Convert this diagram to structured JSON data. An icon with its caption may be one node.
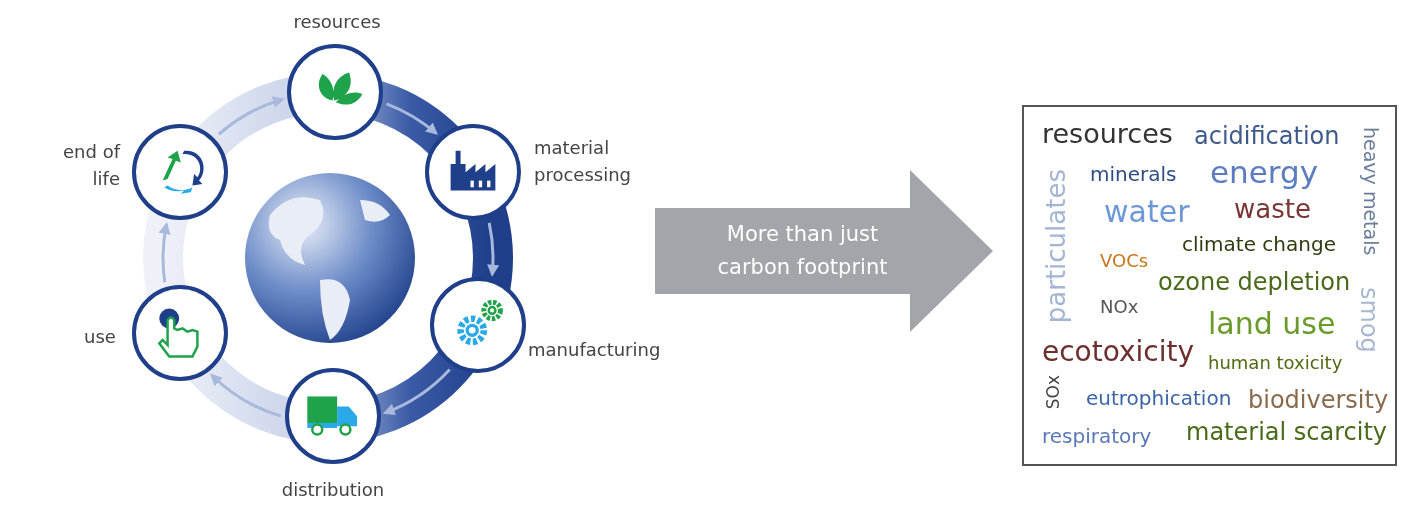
{
  "diagram": {
    "nodes": [
      {
        "text": [
          "resources"
        ]
      },
      {
        "text": [
          "material processing"
        ]
      },
      {
        "text": [
          "manufacturing"
        ]
      },
      {
        "text": [
          "distribution"
        ]
      },
      {
        "text": [
          "use"
        ]
      },
      {
        "text": [
          "end of life"
        ]
      },
      {
        "text": [
          "More than just carbon footprint"
        ]
      },
      {
        "text": [
          "resources",
          "acidification",
          "heavy metals",
          "minerals",
          "energy",
          "particulates",
          "water",
          "waste",
          "climate change",
          "VOCs",
          "ozone depletion",
          "NOx",
          "land use",
          "smog",
          "ecotoxicity",
          "human toxicity",
          "SOx",
          "eutrophication",
          "biodiversity",
          "respiratory",
          "material scarcity"
        ]
      }
    ],
    "edges": [
      {
        "from": 0,
        "to": 1,
        "arrow": "to"
      },
      {
        "from": 1,
        "to": 2,
        "arrow": "to"
      },
      {
        "from": 2,
        "to": 3,
        "arrow": "to"
      },
      {
        "from": 3,
        "to": 4,
        "arrow": "to"
      },
      {
        "from": 4,
        "to": 5,
        "arrow": "to"
      },
      {
        "from": 5,
        "to": 0,
        "arrow": "to"
      }
    ]
  }
}
